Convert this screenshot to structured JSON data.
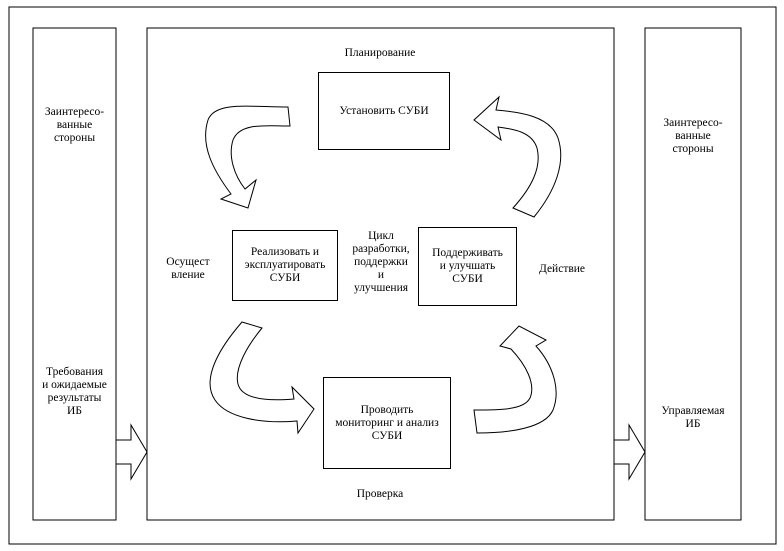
{
  "left_panel": {
    "stakeholders": "Заинтересо-\nванные\nстороны",
    "requirements": "Требования\nи ожидаемые\nрезультаты\nИБ"
  },
  "right_panel": {
    "stakeholders": "Заинтересо-\nванные\nстороны",
    "managed": "Управляемая\nИБ"
  },
  "center": {
    "plan_label": "Планирование",
    "do_label": "Осущест\nвление",
    "check_label": "Проверка",
    "act_label": "Действие",
    "cycle_label": "Цикл\nразработки,\nподдержки\nи\nулучшения",
    "plan_box": "Установить СУБИ",
    "do_box": "Реализовать и\nэксплуатировать\nСУБИ",
    "act_box": "Поддерживать\nи улучшать\nСУБИ",
    "check_box": "Проводить\nмониторинг и анализ\nСУБИ"
  }
}
